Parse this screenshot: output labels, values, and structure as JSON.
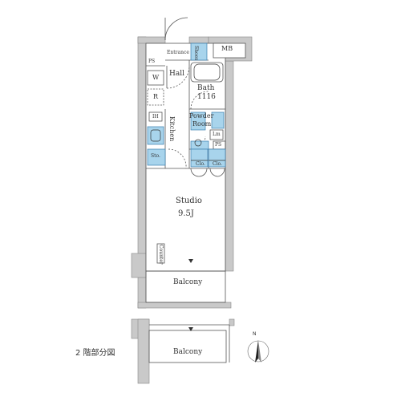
{
  "labels": {
    "entrance": "Entrance",
    "shoes": "Shoes",
    "mb": "MB",
    "ps_top": "PS",
    "hall": "Hall",
    "w": "W",
    "r": "R",
    "ih": "IH",
    "kitchen": "Kitchen",
    "bath_name": "Bath",
    "bath_size": "1116",
    "powder_room_1": "Powder",
    "powder_room_2": "Room",
    "lm": "Lm",
    "ps_mid": "PS",
    "sto": "Sto.",
    "clo_1": "Clo.",
    "clo_2": "Clo.",
    "studio_name": "Studio",
    "studio_size": "9.5J",
    "counter": "Counter",
    "balcony_main": "Balcony",
    "balcony_upper": "Balcony",
    "floor_note": "2 階部分図",
    "north": "N"
  },
  "colors": {
    "wall": "#c9c9c9",
    "fixture_blue": "#a8d4ec",
    "line": "#555555",
    "text": "#333333"
  }
}
